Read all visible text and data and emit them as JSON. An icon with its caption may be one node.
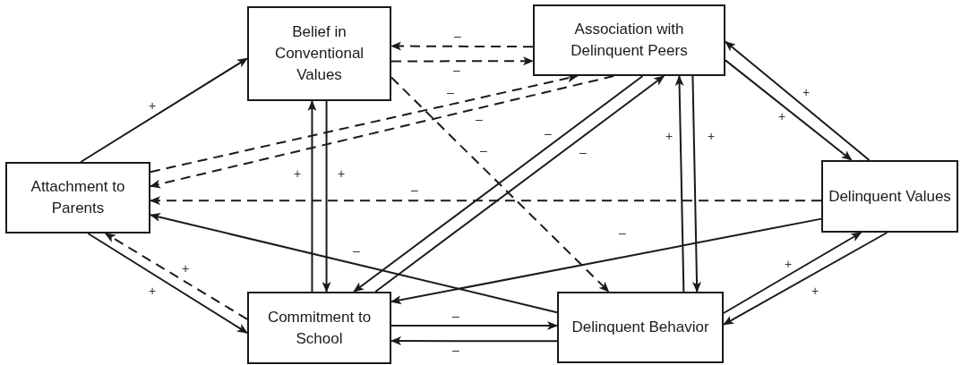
{
  "diagram": {
    "nodes": [
      {
        "text": [
          "Belief in Conventional Values"
        ]
      },
      {
        "text": [
          "Association with Delinquent Peers"
        ]
      },
      {
        "text": [
          "Attachment to Parents"
        ]
      },
      {
        "text": [
          "Delinquent Values"
        ]
      },
      {
        "text": [
          "Commitment to School"
        ]
      },
      {
        "text": [
          "Delinquent Behavior"
        ]
      }
    ],
    "edges": [
      {
        "from": 2,
        "to": 0,
        "arrow": "to",
        "label": "+"
      },
      {
        "from": 1,
        "to": 0,
        "arrow": "to",
        "label": "–",
        "style": "dashed"
      },
      {
        "from": 0,
        "to": 1,
        "arrow": "to",
        "label": "–",
        "style": "dashed"
      },
      {
        "from": 0,
        "to": 5,
        "arrow": "to",
        "label": "–",
        "style": "dashed"
      },
      {
        "from": 2,
        "to": 1,
        "arrow": "to",
        "label": "–",
        "style": "dashed"
      },
      {
        "from": 1,
        "to": 2,
        "arrow": "to",
        "label": "–",
        "style": "dashed"
      },
      {
        "from": 3,
        "to": 2,
        "arrow": "to",
        "label": "–",
        "style": "dashed"
      },
      {
        "from": 5,
        "to": 2,
        "arrow": "to",
        "label": "–"
      },
      {
        "from": 2,
        "to": 4,
        "arrow": "to",
        "label": "+"
      },
      {
        "from": 4,
        "to": 2,
        "arrow": "to",
        "label": "+",
        "style": "dashed"
      },
      {
        "from": 4,
        "to": 0,
        "arrow": "to",
        "label": "+"
      },
      {
        "from": 0,
        "to": 4,
        "arrow": "to",
        "label": "+"
      },
      {
        "from": 1,
        "to": 4,
        "arrow": "to",
        "label": "–"
      },
      {
        "from": 4,
        "to": 1,
        "arrow": "to",
        "label": "–"
      },
      {
        "from": 3,
        "to": 4,
        "arrow": "to",
        "label": "–"
      },
      {
        "from": 4,
        "to": 5,
        "arrow": "to",
        "label": "–"
      },
      {
        "from": 5,
        "to": 4,
        "arrow": "to",
        "label": "–"
      },
      {
        "from": 5,
        "to": 1,
        "arrow": "to",
        "label": "+"
      },
      {
        "from": 1,
        "to": 5,
        "arrow": "to",
        "label": "+"
      },
      {
        "from": 3,
        "to": 1,
        "arrow": "to",
        "label": "+"
      },
      {
        "from": 1,
        "to": 3,
        "arrow": "to",
        "label": "+"
      },
      {
        "from": 5,
        "to": 3,
        "arrow": "to",
        "label": "+"
      },
      {
        "from": 3,
        "to": 5,
        "arrow": "to",
        "label": "+"
      }
    ]
  }
}
